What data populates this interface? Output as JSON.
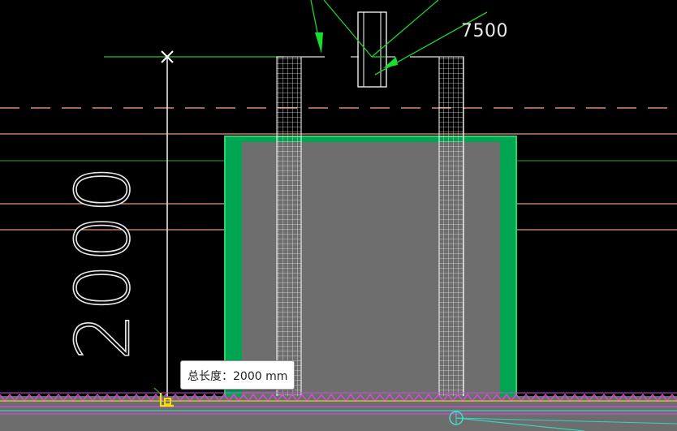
{
  "dimension_horizontal": "7500",
  "dimension_vertical": "2000",
  "tooltip": {
    "label": "总长度：",
    "value": "2000 mm"
  },
  "colors": {
    "background": "#000000",
    "green_outline": "#00c853",
    "gray_fill": "#707070",
    "salmon_lines": "#e2987a",
    "magenta": "#d04bd6",
    "snap_marker": "#f2e200",
    "cyan": "#40e0d0"
  }
}
